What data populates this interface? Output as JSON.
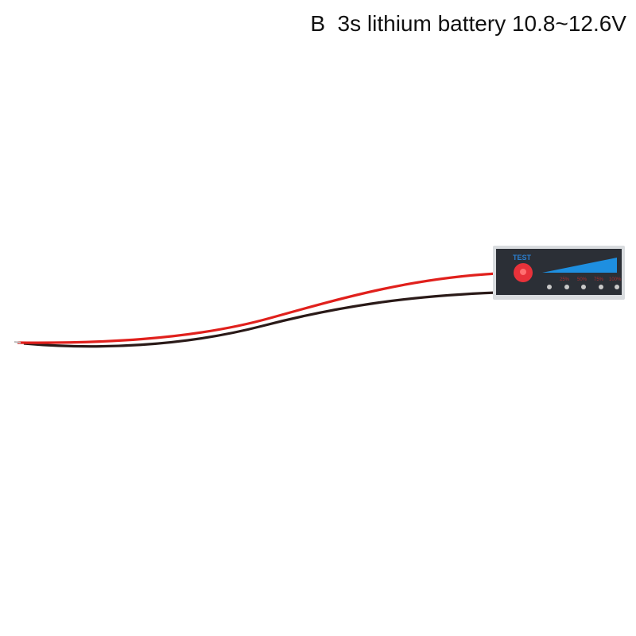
{
  "caption": "B  3s lithium battery 10.8~12.6V",
  "board": {
    "test_label": "TEST",
    "levels": [
      "25%",
      "50%",
      "75%",
      "100%"
    ]
  },
  "colors": {
    "red_wire": "#e0201c",
    "black_wire": "#2a1a18",
    "board": "#2b2f36",
    "bar": "#1e8fe0",
    "button": "#e8323a"
  }
}
